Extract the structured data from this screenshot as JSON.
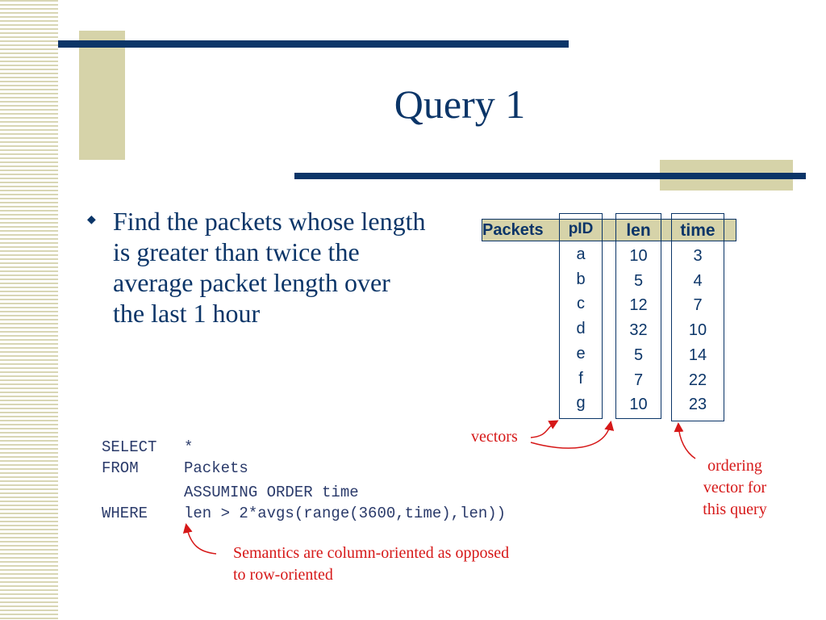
{
  "slide": {
    "title": "Query 1",
    "bullet": "Find the packets whose length is greater than twice the average packet length over the last 1 hour"
  },
  "table": {
    "name": "Packets",
    "columns": [
      {
        "header": "pID",
        "values": [
          "a",
          "b",
          "c",
          "d",
          "e",
          "f",
          "g"
        ]
      },
      {
        "header": "len",
        "values": [
          "10",
          "5",
          "12",
          "32",
          "5",
          "7",
          "10"
        ]
      },
      {
        "header": "time",
        "values": [
          "3",
          "4",
          "7",
          "10",
          "14",
          "22",
          "23"
        ]
      }
    ]
  },
  "sql": {
    "line1_kw": "SELECT",
    "line1_val": "*",
    "line2_kw": "FROM",
    "line2_val": "Packets",
    "line3_val": "ASSUMING ORDER time",
    "line4_kw": "WHERE",
    "line4_val": "len > 2*avgs(range(3600,time),len))"
  },
  "annotations": {
    "vectors": "vectors",
    "ordering_line1": "ordering",
    "ordering_line2": "vector for",
    "ordering_line3": "this query",
    "semantics_line1": "Semantics are column-oriented as opposed",
    "semantics_line2": "to row-oriented"
  },
  "colors": {
    "primary": "#0b3568",
    "accent_box": "#d6d3a9",
    "annotation": "#d61818"
  }
}
